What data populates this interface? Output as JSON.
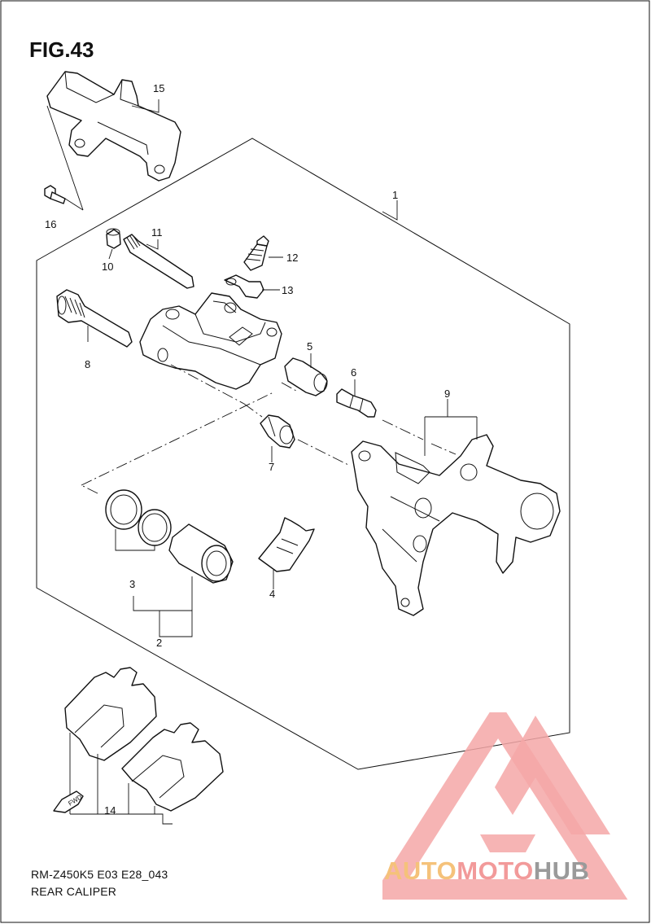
{
  "figure": {
    "title": "FIG.43"
  },
  "footer": {
    "model_code": "RM-Z450K5 E03 E28_043",
    "section_name": "REAR CALIPER"
  },
  "callouts": {
    "c1": "1",
    "c2": "2",
    "c3": "3",
    "c4": "4",
    "c5": "5",
    "c6": "6",
    "c7": "7",
    "c8": "8",
    "c9": "9",
    "c10": "10",
    "c11": "11",
    "c12": "12",
    "c13": "13",
    "c14": "14",
    "c15": "15",
    "c16": "16"
  },
  "fwd_marker": "FWD",
  "watermark": {
    "text_part1": "AUTO",
    "text_part2": "MOTO",
    "text_part3": "HUB",
    "color_a": "#f5c27a",
    "color_b": "#f29a9a",
    "color_c": "#9a9a9a"
  },
  "colors": {
    "line": "#111111",
    "background": "#ffffff"
  }
}
